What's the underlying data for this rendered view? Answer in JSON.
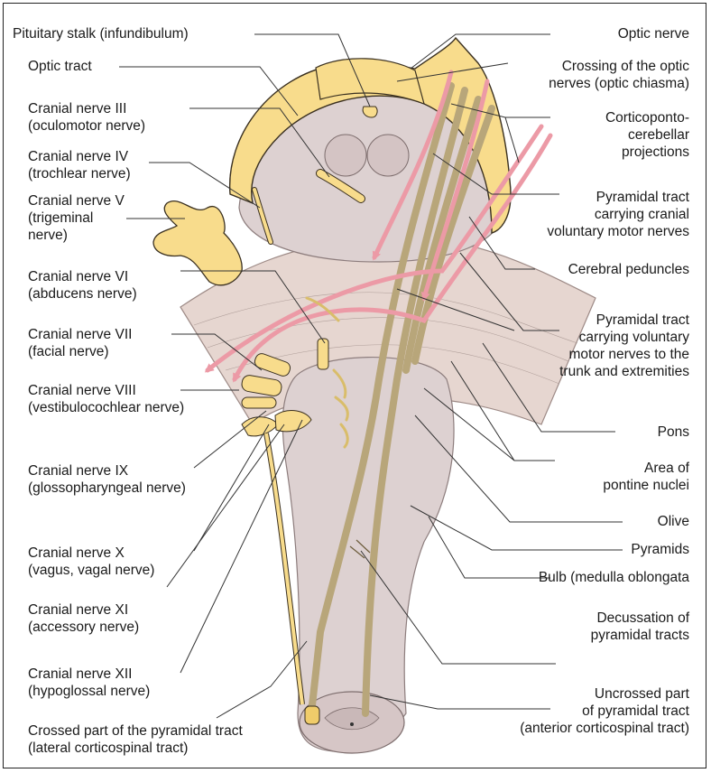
{
  "figure": {
    "labels_left": [
      {
        "id": "pituitary",
        "lines": [
          "Pituitary stalk (infundibulum)"
        ]
      },
      {
        "id": "optic_tract",
        "lines": [
          "Optic tract"
        ]
      },
      {
        "id": "cn3",
        "lines": [
          "Cranial nerve III",
          "(oculomotor nerve)"
        ]
      },
      {
        "id": "cn4",
        "lines": [
          "Cranial nerve IV",
          "(trochlear nerve)"
        ]
      },
      {
        "id": "cn5",
        "lines": [
          "Cranial nerve V",
          "(trigeminal",
          "nerve)"
        ]
      },
      {
        "id": "cn6",
        "lines": [
          "Cranial nerve VI",
          "(abducens nerve)"
        ]
      },
      {
        "id": "cn7",
        "lines": [
          "Cranial nerve VII",
          "(facial nerve)"
        ]
      },
      {
        "id": "cn8",
        "lines": [
          "Cranial nerve VIII",
          "(vestibulocochlear nerve)"
        ]
      },
      {
        "id": "cn9",
        "lines": [
          "Cranial nerve IX",
          "(glossopharyngeal nerve)"
        ]
      },
      {
        "id": "cn10",
        "lines": [
          "Cranial nerve X",
          "(vagus, vagal nerve)"
        ]
      },
      {
        "id": "cn11",
        "lines": [
          "Cranial nerve XI",
          "(accessory nerve)"
        ]
      },
      {
        "id": "cn12",
        "lines": [
          "Cranial nerve XII",
          "(hypoglossal nerve)"
        ]
      },
      {
        "id": "crossed",
        "lines": [
          "Crossed part of the pyramidal tract",
          "(lateral corticospinal tract)"
        ]
      }
    ],
    "labels_right": [
      {
        "id": "optic_nerve",
        "lines": [
          "Optic nerve"
        ]
      },
      {
        "id": "chiasma",
        "lines": [
          "Crossing of the optic",
          "nerves (optic chiasma)"
        ]
      },
      {
        "id": "corticoponto",
        "lines": [
          "Corticoponto-",
          "cerebellar",
          "projections"
        ]
      },
      {
        "id": "pyr_cranial",
        "lines": [
          "Pyramidal tract",
          "carrying cranial",
          "voluntary motor nerves"
        ]
      },
      {
        "id": "peduncles",
        "lines": [
          "Cerebral peduncles"
        ]
      },
      {
        "id": "pyr_trunk",
        "lines": [
          "Pyramidal tract",
          "carrying voluntary",
          "motor nerves to the",
          "trunk and extremities"
        ]
      },
      {
        "id": "pons",
        "lines": [
          "Pons"
        ]
      },
      {
        "id": "pontine_nuclei",
        "lines": [
          "Area of",
          "pontine nuclei"
        ]
      },
      {
        "id": "olive",
        "lines": [
          "Olive"
        ]
      },
      {
        "id": "pyramids",
        "lines": [
          "Pyramids"
        ]
      },
      {
        "id": "bulb",
        "lines": [
          "Bulb (medulla oblongata"
        ]
      },
      {
        "id": "decussation",
        "lines": [
          "Decussation of",
          "pyramidal tracts"
        ]
      },
      {
        "id": "uncrossed",
        "lines": [
          "Uncrossed part",
          "of pyramidal tract",
          "(anterior corticospinal tract)"
        ]
      }
    ],
    "colors": {
      "nerve_yellow": "#f8dc8c",
      "nerve_outline": "#3a3020",
      "brainstem": "#ddd1d1",
      "pons_band": "#e4d2cc",
      "tract_tan": "#b8a67a",
      "arrow_pink": "#ec9aa6"
    }
  }
}
